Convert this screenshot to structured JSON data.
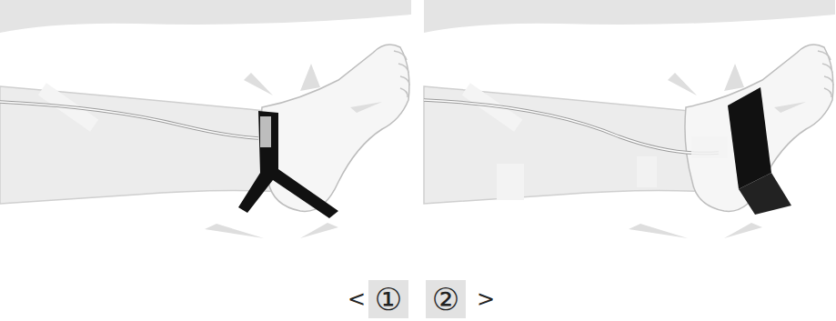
{
  "diagram": {
    "nodes": [
      {
        "text": [
          "①"
        ]
      },
      {
        "text": [
          "②"
        ]
      }
    ],
    "labels": [
      "<",
      ">"
    ]
  }
}
